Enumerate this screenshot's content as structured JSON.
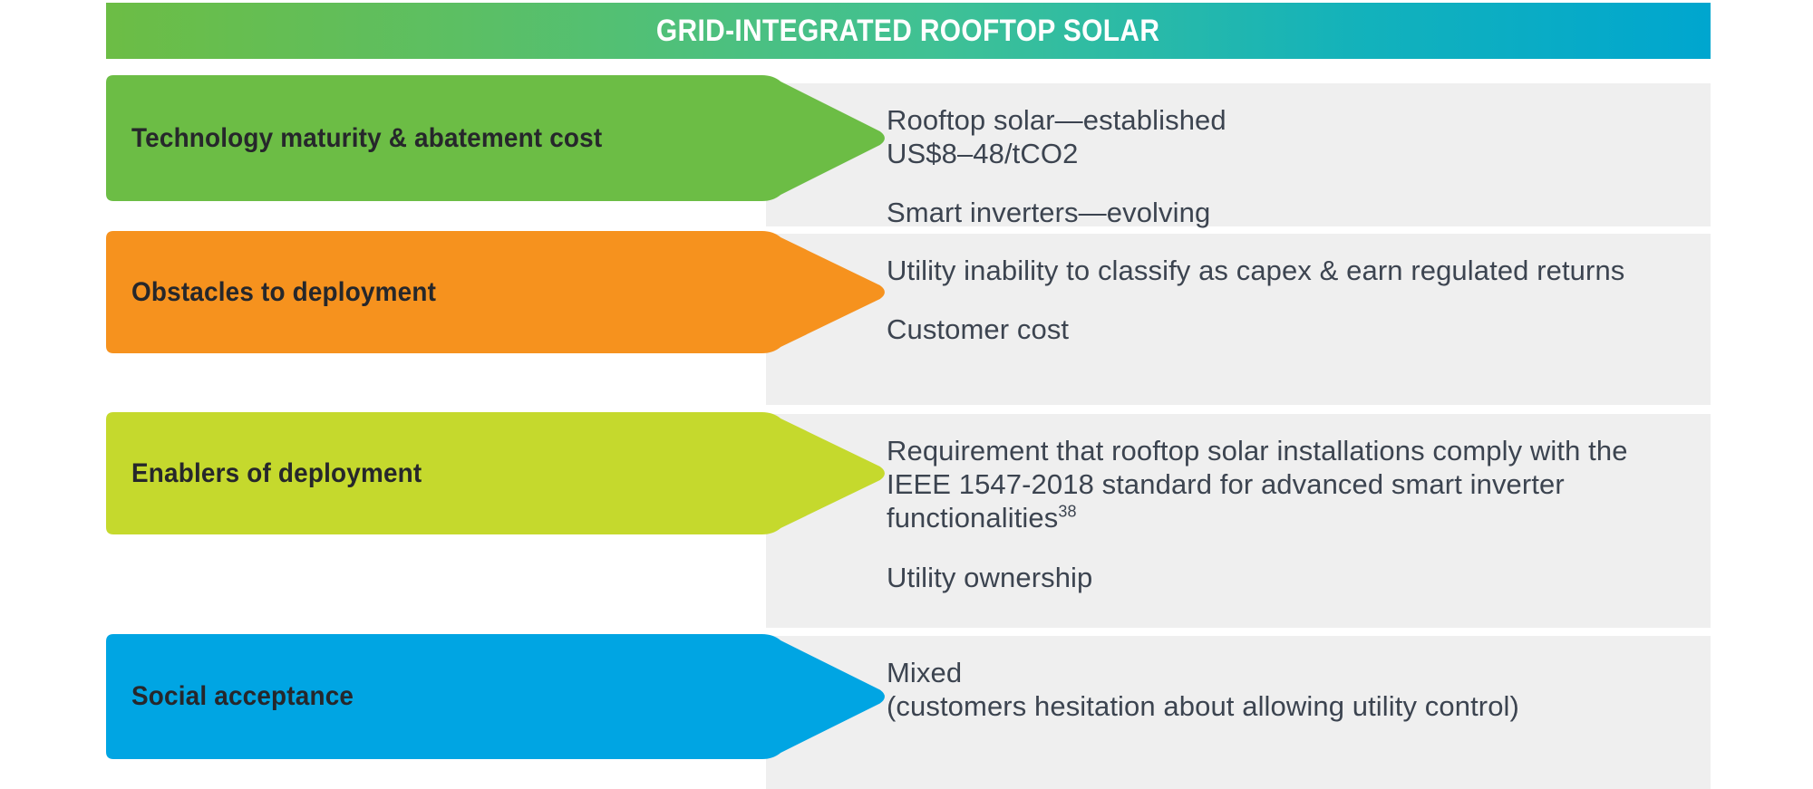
{
  "header": {
    "title": "GRID-INTEGRATED ROOFTOP SOLAR",
    "gradient_from": "#6cbd45",
    "gradient_to": "#00a6cf"
  },
  "panel_bg": "#efefef",
  "text_color": "#3c4450",
  "label_color": "#26272b",
  "rows": [
    {
      "label": "Technology maturity & abatement cost",
      "color": "#6cbd45",
      "paragraphs": [
        "Rooftop solar—established\nUS$8–48/tCO2",
        "Smart inverters—evolving"
      ],
      "footnote": ""
    },
    {
      "label": "Obstacles to deployment",
      "color": "#f6921e",
      "paragraphs": [
        "Utility inability to classify as capex & earn regulated returns",
        "Customer cost"
      ],
      "footnote": ""
    },
    {
      "label": "Enablers of deployment",
      "color": "#c5d92d",
      "paragraphs": [
        "Requirement that rooftop solar installations comply with the IEEE 1547-2018 standard for advanced smart inverter functionalities",
        "Utility ownership"
      ],
      "footnote": "38"
    },
    {
      "label": "Social acceptance",
      "color": "#00a5e3",
      "paragraphs": [
        "Mixed\n(customers hesitation about allowing utility control)"
      ],
      "footnote": ""
    }
  ]
}
